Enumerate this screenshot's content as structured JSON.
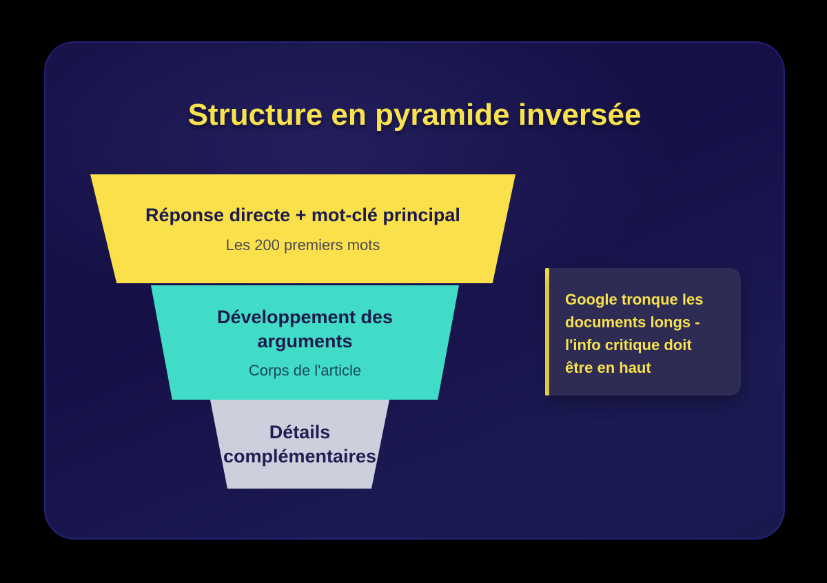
{
  "title": "Structure en pyramide inversée",
  "funnel": {
    "tiers": [
      {
        "heading": "Réponse directe + mot-clé principal",
        "subheading": "Les 200 premiers mots",
        "fill": "#FAE14C"
      },
      {
        "heading": "Développement des arguments",
        "subheading": "Corps de l'article",
        "fill": "#41DCC8"
      },
      {
        "heading": "Détails complémentaires",
        "fill": "#CDD0DC"
      }
    ]
  },
  "callout": {
    "text": "Google tronque les documents longs - l'info critique doit être en haut",
    "accent": "#F7E24B",
    "background": "#2E2C55"
  },
  "colors": {
    "canvas": "#000000",
    "panel": "#171349",
    "panel_edge_glow": "#2D2DAA",
    "title_text": "#F8E34E",
    "tier_heading_text": "#1D1B4C",
    "tier1_subheading_text": "#4C4A53",
    "tier2_subheading_text": "#17495D",
    "callout_text": "#F6E14E"
  }
}
